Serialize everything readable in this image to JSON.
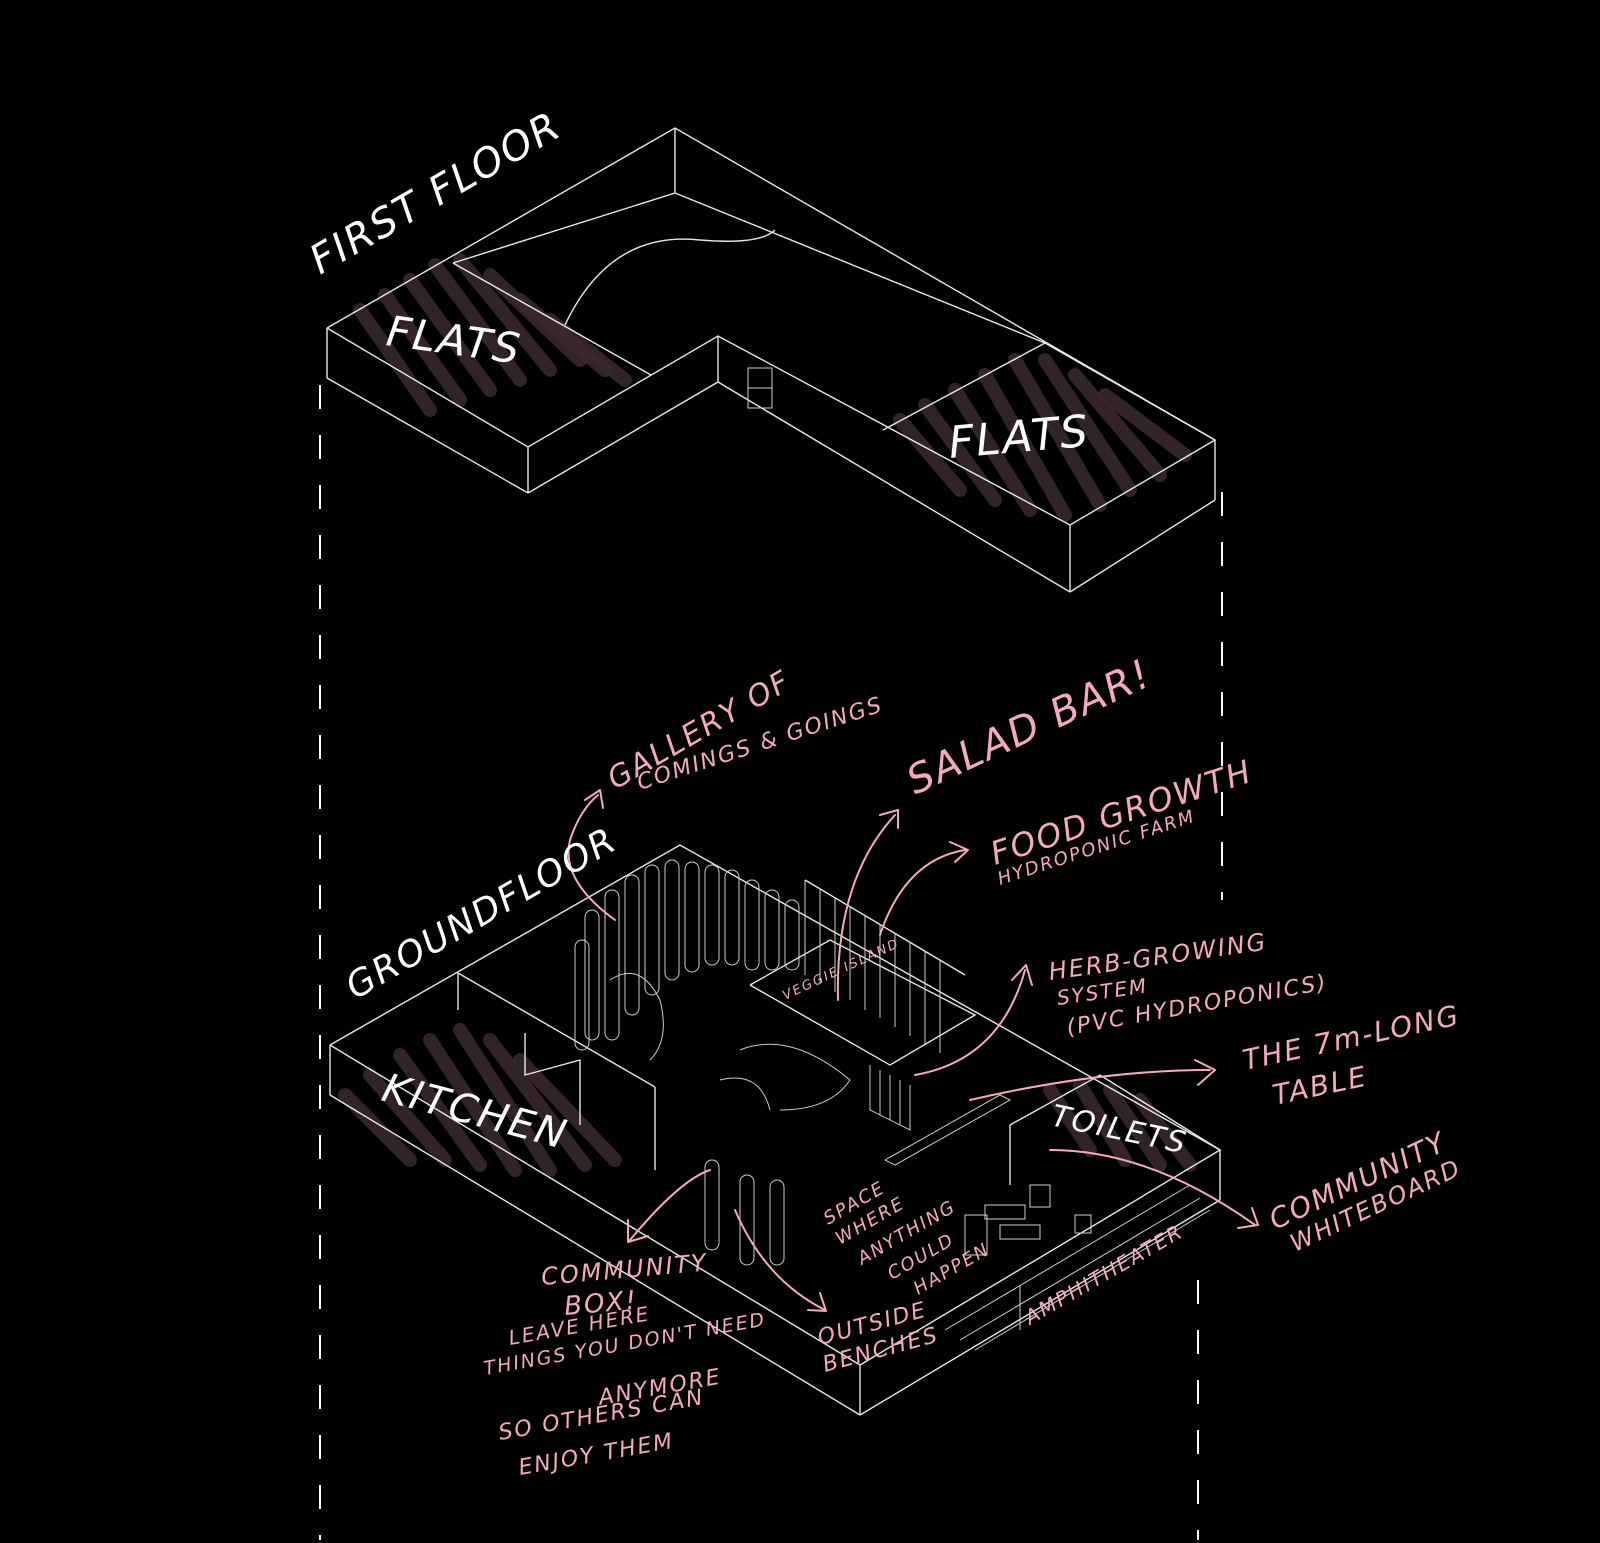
{
  "title": "FIRST FLOOR",
  "first_floor": {
    "flats_left": "FLATS",
    "flats_right": "FLATS"
  },
  "ground_floor": {
    "title": "GROUNDFLOOR",
    "kitchen": "KITCHEN",
    "toilets": "TOILETS",
    "veggie_island": "VEGGIE ISLAND",
    "amphitheater": "AMPHITHEATER"
  },
  "annotations": {
    "gallery_line1": "GALLERY OF",
    "gallery_line2": "COMINGS & GOINGS",
    "salad_bar": "SALAD BAR!",
    "food_growth_line1": "FOOD GROWTH",
    "food_growth_line2": "HYDROPONIC FARM",
    "herb_line1": "HERB-GROWING",
    "herb_line2": "SYSTEM",
    "herb_line3": "(PVC HYDROPONICS)",
    "table_line1": "THE 7m-LONG",
    "table_line2": "TABLE",
    "whiteboard_line1": "COMMUNITY",
    "whiteboard_line2": "WHITEBOARD",
    "space_line1": "SPACE",
    "space_line2": "WHERE",
    "space_line3": "ANYTHING",
    "space_line4": "COULD",
    "space_line5": "HAPPEN",
    "benches_line1": "OUTSIDE",
    "benches_line2": "BENCHES",
    "box_line1": "COMMUNITY",
    "box_line2": "BOX!",
    "box_line3": "LEAVE HERE",
    "box_line4": "THINGS YOU DON'T NEED",
    "box_line5": "ANYMORE",
    "box_line6": "SO OTHERS CAN",
    "box_line7": "ENJOY THEM"
  },
  "colors": {
    "background": "#000000",
    "linework": "#e8e8e8",
    "annotation_pink": "#f4a9c2",
    "hatch": "#3a2a30"
  }
}
